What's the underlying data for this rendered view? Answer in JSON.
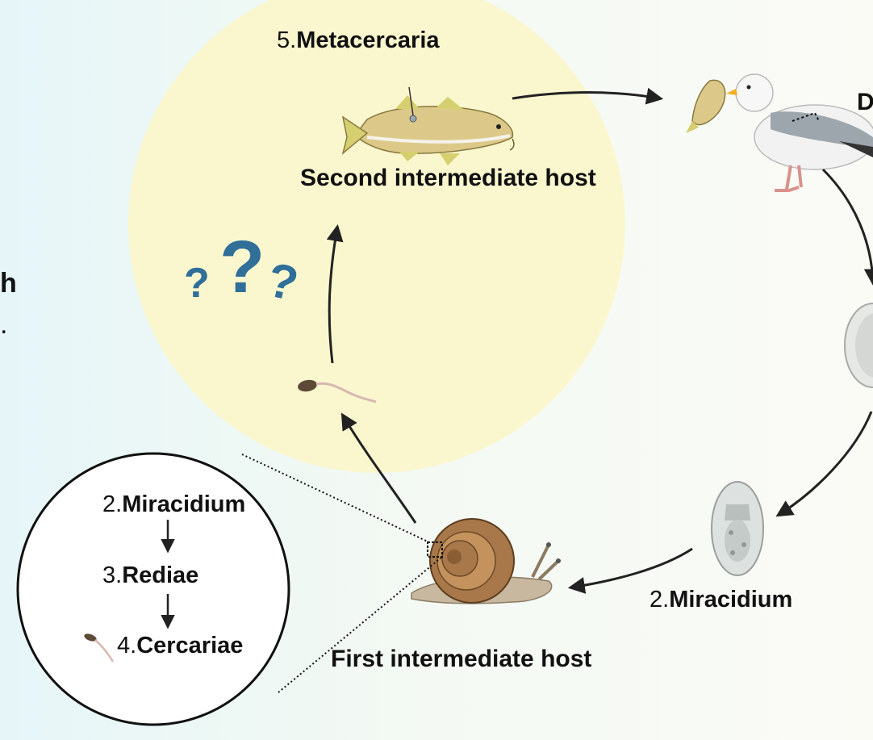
{
  "labels": {
    "metacercaria_num": "5.",
    "metacercaria": "Metacercaria",
    "second_host": "Second intermediate host",
    "first_host": "First intermediate host",
    "miracidium_num": "2.",
    "miracidium": "Miracidium",
    "inset_miracidium_num": "2.",
    "inset_miracidium": "Miracidium",
    "inset_rediae_num": "3.",
    "inset_rediae": "Rediae",
    "inset_cercariae_num": "4.",
    "inset_cercariae": "Cercariae",
    "definitive_partial": "D",
    "left_partial_h": "h",
    "left_partial_dot": "."
  },
  "question_marks": [
    "?",
    "?",
    "?"
  ],
  "colors": {
    "highlight_circle": "#faf7cf",
    "question_mark": "#2f6f98",
    "arrow": "#222222"
  }
}
